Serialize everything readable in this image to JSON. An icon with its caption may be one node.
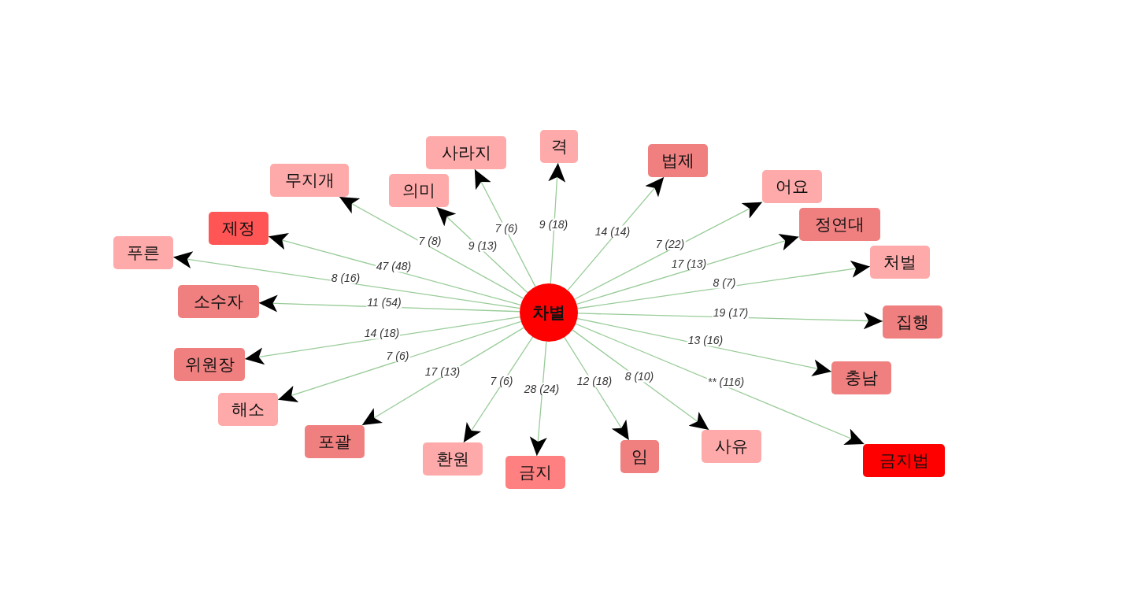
{
  "diagram": {
    "nodes": [
      {
        "text": [
          "차별"
        ]
      },
      {
        "text": [
          "무지개"
        ]
      },
      {
        "text": [
          "의미"
        ]
      },
      {
        "text": [
          "사라지"
        ]
      },
      {
        "text": [
          "격"
        ]
      },
      {
        "text": [
          "법제"
        ]
      },
      {
        "text": [
          "어요"
        ]
      },
      {
        "text": [
          "정연대"
        ]
      },
      {
        "text": [
          "처벌"
        ]
      },
      {
        "text": [
          "집행"
        ]
      },
      {
        "text": [
          "충남"
        ]
      },
      {
        "text": [
          "금지법"
        ]
      },
      {
        "text": [
          "사유"
        ]
      },
      {
        "text": [
          "임"
        ]
      },
      {
        "text": [
          "금지"
        ]
      },
      {
        "text": [
          "환원"
        ]
      },
      {
        "text": [
          "포괄"
        ]
      },
      {
        "text": [
          "해소"
        ]
      },
      {
        "text": [
          "위원장"
        ]
      },
      {
        "text": [
          "소수자"
        ]
      },
      {
        "text": [
          "푸른"
        ]
      },
      {
        "text": [
          "제정"
        ]
      }
    ],
    "edges": [
      {
        "from": 0,
        "to": 1,
        "arrow": "to",
        "label": "7 (8)"
      },
      {
        "from": 0,
        "to": 2,
        "arrow": "to",
        "label": "9 (13)"
      },
      {
        "from": 0,
        "to": 3,
        "arrow": "to",
        "label": "7 (6)"
      },
      {
        "from": 0,
        "to": 4,
        "arrow": "to",
        "label": "9 (18)"
      },
      {
        "from": 0,
        "to": 5,
        "arrow": "to",
        "label": "14 (14)"
      },
      {
        "from": 0,
        "to": 6,
        "arrow": "to",
        "label": "7 (22)"
      },
      {
        "from": 0,
        "to": 7,
        "arrow": "to",
        "label": "17 (13)"
      },
      {
        "from": 0,
        "to": 8,
        "arrow": "to",
        "label": "8 (7)"
      },
      {
        "from": 0,
        "to": 9,
        "arrow": "to",
        "label": "19 (17)"
      },
      {
        "from": 0,
        "to": 10,
        "arrow": "to",
        "label": "13 (16)"
      },
      {
        "from": 0,
        "to": 11,
        "arrow": "to",
        "label": "** (116)"
      },
      {
        "from": 0,
        "to": 12,
        "arrow": "to",
        "label": "8 (10)"
      },
      {
        "from": 0,
        "to": 13,
        "arrow": "to",
        "label": "12 (18)"
      },
      {
        "from": 0,
        "to": 14,
        "arrow": "to",
        "label": "28 (24)"
      },
      {
        "from": 0,
        "to": 15,
        "arrow": "to",
        "label": "7 (6)"
      },
      {
        "from": 0,
        "to": 16,
        "arrow": "to",
        "label": "17 (13)"
      },
      {
        "from": 0,
        "to": 17,
        "arrow": "to",
        "label": "7 (6)"
      },
      {
        "from": 0,
        "to": 18,
        "arrow": "to",
        "label": "14 (18)"
      },
      {
        "from": 0,
        "to": 19,
        "arrow": "to",
        "label": "11 (54)"
      },
      {
        "from": 0,
        "to": 20,
        "arrow": "to",
        "label": "8 (16)"
      },
      {
        "from": 0,
        "to": 21,
        "arrow": "to",
        "label": "47 (48)"
      }
    ]
  }
}
